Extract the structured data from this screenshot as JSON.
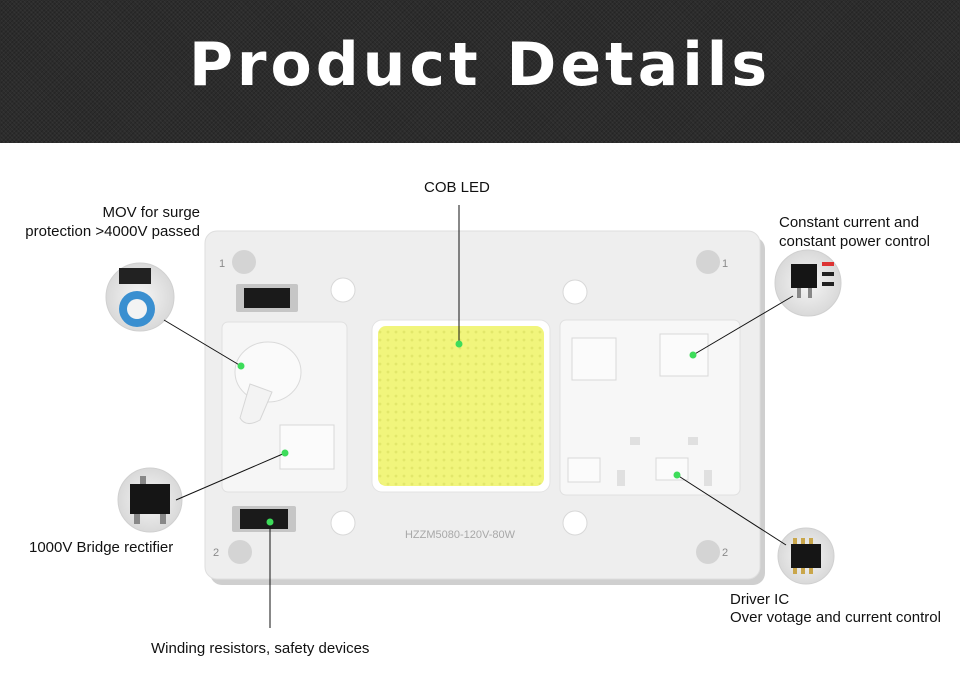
{
  "header": {
    "title": "Product Details"
  },
  "board": {
    "model_text": "HZZM5080-120V-80W",
    "corner_marks": [
      "1",
      "1",
      "2",
      "2"
    ]
  },
  "callouts": {
    "cob_led": "COB LED",
    "mov_line1": "MOV for surge",
    "mov_line2": "protection >4000V passed",
    "constant_line1": "Constant current and",
    "constant_line2": "constant power control",
    "bridge": "1000V Bridge rectifier",
    "winding": "Winding resistors, safety devices",
    "driver_line1": "Driver IC",
    "driver_line2": "Over votage and current control"
  },
  "colors": {
    "banner": "#2c2c2c",
    "board": "#eeeeee",
    "led": "#eef27a",
    "marker": "#3ddc5a",
    "chip": "#111111"
  }
}
